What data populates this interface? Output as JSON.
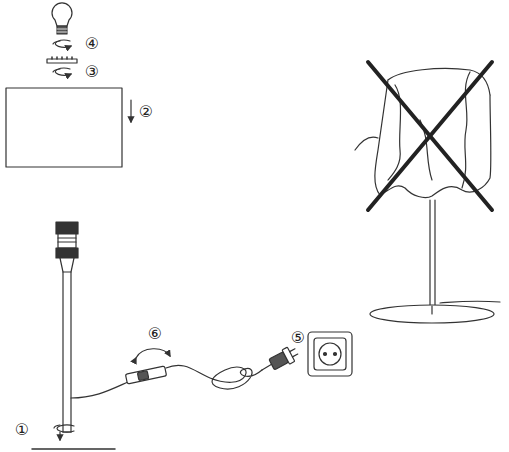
{
  "diagram": {
    "labels": [
      "④",
      "③",
      "②",
      "⑥",
      "⑤",
      "①"
    ]
  }
}
